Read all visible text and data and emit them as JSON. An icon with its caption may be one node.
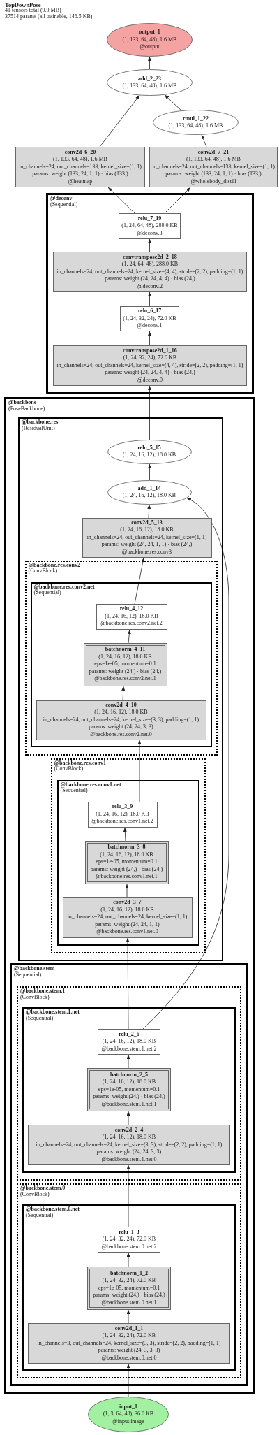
{
  "diagram": {
    "title": "TopDownPose",
    "labels": [
      "41 tensors total (9.0 MB)",
      "37514 params (all trainable, 146.5 KB)"
    ],
    "nodes": [
      {
        "text": [
          "output_1",
          "(1, 133, 64, 48), 1.6 MB",
          "@output"
        ]
      },
      {
        "text": [
          "add_2_23",
          "(1, 133, 64, 48), 1.6 MB"
        ]
      },
      {
        "text": [
          "rmul_1_22",
          "(1, 133, 64, 48), 1.6 MB"
        ]
      },
      {
        "text": [
          "conv2d_6_20",
          "(1, 133, 64, 48), 1.6 MB",
          "in_channels=24, out_channels=133, kernel_size=(1, 1)",
          "params: weight (133, 24, 1, 1) · bias (133,)",
          "@heatmap"
        ]
      },
      {
        "text": [
          "conv2d_7_21",
          "(1, 133, 64, 48), 1.6 MB",
          "in_channels=24, out_channels=133, kernel_size=(1, 1)",
          "params: weight (133, 24, 1, 1) · bias (133,)",
          "@wholebody_distill"
        ]
      },
      {
        "text": [
          "@deconv",
          "(Sequential)"
        ]
      },
      {
        "text": [
          "relu_7_19",
          "(1, 24, 64, 48), 288.0 KB",
          "@deconv.3"
        ],
        "in": 5
      },
      {
        "text": [
          "convtranspose2d_2_18",
          "(1, 24, 64, 48), 288.0 KB",
          "in_channels=24, out_channels=24, kernel_size=(4, 4), stride=(2, 2), padding=(1, 1)",
          "params: weight (24, 24, 4, 4) · bias (24,)",
          "@deconv.2"
        ],
        "in": 5
      },
      {
        "text": [
          "relu_6_17",
          "(1, 24, 32, 24), 72.0 KB",
          "@deconv.1"
        ],
        "in": 5
      },
      {
        "text": [
          "convtranspose2d_1_16",
          "(1, 24, 32, 24), 72.0 KB",
          "in_channels=24, out_channels=24, kernel_size=(4, 4), stride=(2, 2), padding=(1, 1)",
          "params: weight (24, 24, 4, 4) · bias (24,)",
          "@deconv.0"
        ],
        "in": 5
      },
      {
        "text": [
          "@backbone",
          "(PoseBackbone)"
        ]
      },
      {
        "text": [
          "@backbone.res",
          "(ResidualUnit)"
        ],
        "in": 10
      },
      {
        "text": [
          "relu_5_15",
          "(1, 24, 16, 12), 18.0 KB"
        ],
        "in": 11
      },
      {
        "text": [
          "add_1_14",
          "(1, 24, 16, 12), 18.0 KB"
        ],
        "in": 11
      },
      {
        "text": [
          "conv2d_5_13",
          "(1, 24, 16, 12), 18.0 KB",
          "in_channels=24, out_channels=24, kernel_size=(1, 1)",
          "params: weight (24, 24, 1, 1) · bias (24,)",
          "@backbone.res.conv3"
        ],
        "in": 11
      },
      {
        "text": [
          "@backbone.res.conv2",
          "(ConvBlock)"
        ],
        "in": 11
      },
      {
        "text": [
          "@backbone.res.conv2.net",
          "(Sequential)"
        ],
        "in": 15
      },
      {
        "text": [
          "relu_4_12",
          "(1, 24, 16, 12), 18.0 KB",
          "@backbone.res.conv2.net.2"
        ],
        "in": 16
      },
      {
        "text": [
          "batchnorm_4_11",
          "(1, 24, 16, 12), 18.0 KB",
          "eps=1e-05, momentum=0.1",
          "params: weight (24,) · bias (24,)",
          "@backbone.res.conv2.net.1"
        ],
        "in": 16
      },
      {
        "text": [
          "conv2d_4_10",
          "(1, 24, 16, 12), 18.0 KB",
          "in_channels=24, out_channels=24, kernel_size=(3, 3), padding=(1, 1)",
          "params: weight (24, 24, 3, 3)",
          "@backbone.res.conv2.net.0"
        ],
        "in": 16
      },
      {
        "text": [
          "@backbone.res.conv1",
          "(ConvBlock)"
        ],
        "in": 11
      },
      {
        "text": [
          "@backbone.res.conv1.net",
          "(Sequential)"
        ],
        "in": 20
      },
      {
        "text": [
          "relu_3_9",
          "(1, 24, 16, 12), 18.0 KB",
          "@backbone.res.conv1.net.2"
        ],
        "in": 21
      },
      {
        "text": [
          "batchnorm_3_8",
          "(1, 24, 16, 12), 18.0 KB",
          "eps=1e-05, momentum=0.1",
          "params: weight (24,) · bias (24,)",
          "@backbone.res.conv1.net.1"
        ],
        "in": 21
      },
      {
        "text": [
          "conv2d_3_7",
          "(1, 24, 16, 12), 18.0 KB",
          "in_channels=24, out_channels=24, kernel_size=(1, 1)",
          "params: weight (24, 24, 1, 1)",
          "@backbone.res.conv1.net.0"
        ],
        "in": 21
      },
      {
        "text": [
          "@backbone.stem",
          "(Sequential)"
        ],
        "in": 10
      },
      {
        "text": [
          "@backbone.stem.1",
          "(ConvBlock)"
        ],
        "in": 25
      },
      {
        "text": [
          "@backbone.stem.1.net",
          "(Sequential)"
        ],
        "in": 26
      },
      {
        "text": [
          "relu_2_6",
          "(1, 24, 16, 12), 18.0 KB",
          "@backbone.stem.1.net.2"
        ],
        "in": 27
      },
      {
        "text": [
          "batchnorm_2_5",
          "(1, 24, 16, 12), 18.0 KB",
          "eps=1e-05, momentum=0.1",
          "params: weight (24,) · bias (24,)",
          "@backbone.stem.1.net.1"
        ],
        "in": 27
      },
      {
        "text": [
          "conv2d_2_4",
          "(1, 24, 16, 12), 18.0 KB",
          "in_channels=24, out_channels=24, kernel_size=(3, 3), stride=(2, 2), padding=(1, 1)",
          "params: weight (24, 24, 3, 3)",
          "@backbone.stem.1.net.0"
        ],
        "in": 27
      },
      {
        "text": [
          "@backbone.stem.0",
          "(ConvBlock)"
        ],
        "in": 25
      },
      {
        "text": [
          "@backbone.stem.0.net",
          "(Sequential)"
        ],
        "in": 31
      },
      {
        "text": [
          "relu_1_3",
          "(1, 24, 32, 24), 72.0 KB",
          "@backbone.stem.0.net.2"
        ],
        "in": 32
      },
      {
        "text": [
          "batchnorm_1_2",
          "(1, 24, 32, 24), 72.0 KB",
          "eps=1e-05, momentum=0.1",
          "params: weight (24,) · bias (24,)",
          "@backbone.stem.0.net.1"
        ],
        "in": 32
      },
      {
        "text": [
          "conv2d_1_1",
          "(1, 24, 32, 24), 72.0 KB",
          "in_channels=3, out_channels=24, kernel_size=(3, 3), stride=(2, 2), padding=(1, 1)",
          "params: weight (24, 3, 3, 3)",
          "@backbone.stem.0.net.0"
        ],
        "in": 32
      },
      {
        "text": [
          "input_1",
          "(1, 3, 64, 48), 36.0 KB",
          "@input.image"
        ]
      }
    ],
    "edges": [
      {
        "from": 36,
        "to": 35,
        "arrow": "to"
      },
      {
        "from": 35,
        "to": 34,
        "arrow": "to"
      },
      {
        "from": 34,
        "to": 33,
        "arrow": "to"
      },
      {
        "from": 33,
        "to": 30,
        "arrow": "to"
      },
      {
        "from": 30,
        "to": 29,
        "arrow": "to"
      },
      {
        "from": 29,
        "to": 28,
        "arrow": "to"
      },
      {
        "from": 28,
        "to": 24,
        "arrow": "to"
      },
      {
        "from": 28,
        "to": 13,
        "arrow": "to"
      },
      {
        "from": 24,
        "to": 23,
        "arrow": "to"
      },
      {
        "from": 23,
        "to": 22,
        "arrow": "to"
      },
      {
        "from": 22,
        "to": 19,
        "arrow": "to"
      },
      {
        "from": 19,
        "to": 18,
        "arrow": "to"
      },
      {
        "from": 18,
        "to": 17,
        "arrow": "to"
      },
      {
        "from": 17,
        "to": 14,
        "arrow": "to"
      },
      {
        "from": 14,
        "to": 13,
        "arrow": "to"
      },
      {
        "from": 13,
        "to": 12,
        "arrow": "to"
      },
      {
        "from": 12,
        "to": 9,
        "arrow": "to"
      },
      {
        "from": 9,
        "to": 8,
        "arrow": "to"
      },
      {
        "from": 8,
        "to": 7,
        "arrow": "to"
      },
      {
        "from": 7,
        "to": 6,
        "arrow": "to"
      },
      {
        "from": 6,
        "to": 3,
        "arrow": "to"
      },
      {
        "from": 6,
        "to": 4,
        "arrow": "to"
      },
      {
        "from": 3,
        "to": 1,
        "arrow": "to"
      },
      {
        "from": 4,
        "to": 2,
        "arrow": "to"
      },
      {
        "from": 2,
        "to": 1,
        "arrow": "to"
      },
      {
        "from": 1,
        "to": 0,
        "arrow": "to"
      }
    ]
  }
}
